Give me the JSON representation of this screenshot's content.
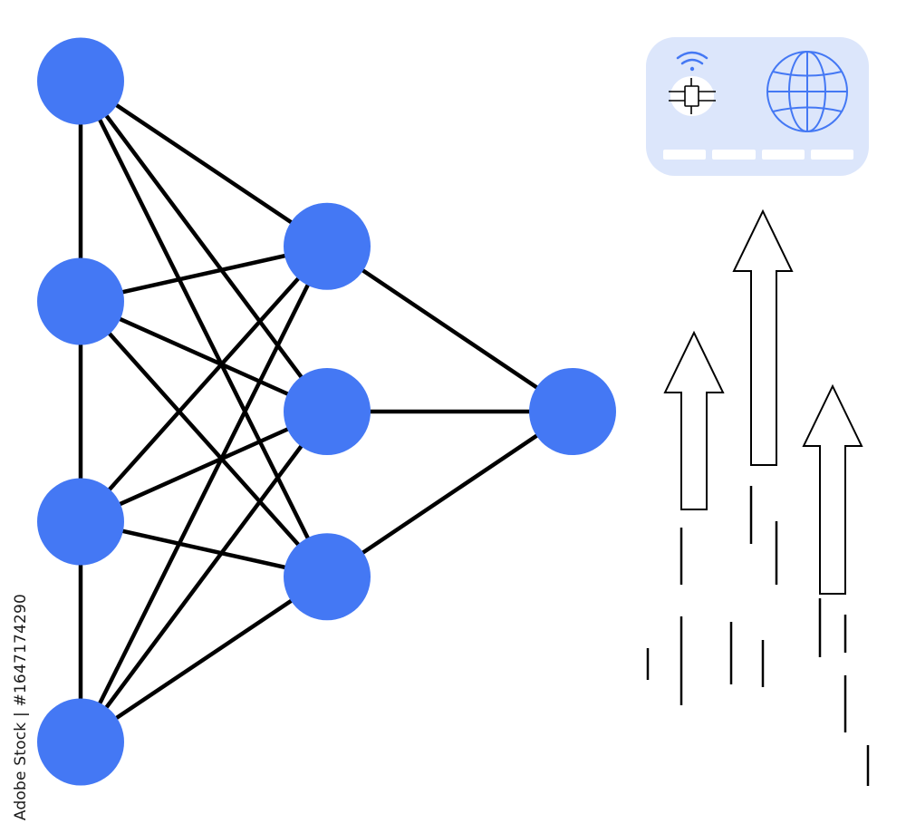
{
  "colors": {
    "node_fill": "#4478f4",
    "edge_stroke": "#000000",
    "card_fill": "#dce6fb",
    "card_icon": "#4478f4",
    "arrow_stroke": "#000000"
  },
  "network": {
    "layers": [
      {
        "name": "input-layer",
        "node_count": 4
      },
      {
        "name": "hidden-layer",
        "node_count": 3
      },
      {
        "name": "output-layer",
        "node_count": 1
      }
    ]
  },
  "card": {
    "icons": [
      "wifi-icon",
      "chip-icon",
      "globe-icon"
    ]
  },
  "arrows": {
    "count": 3
  },
  "watermark": {
    "id_text": "Adobe Stock | #1647174290"
  }
}
